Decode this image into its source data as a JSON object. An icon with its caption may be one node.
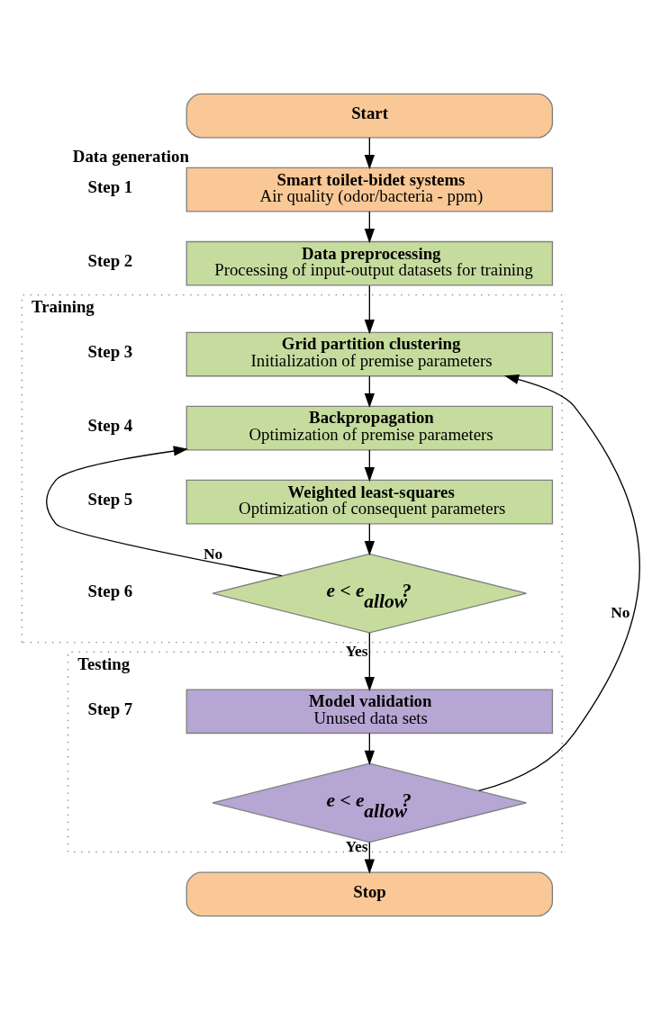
{
  "diagram": {
    "nodes": [
      {
        "text": [
          "Start"
        ]
      },
      {
        "text": [
          "Smart toilet-bidet systems",
          "Air quality (odor/bacteria - ppm)"
        ],
        "beside": [
          "Data generation"
        ]
      },
      {
        "text": [
          "Data preprocessing",
          "Processing of input-output datasets for training"
        ]
      },
      {
        "text": [
          "Training"
        ]
      },
      {
        "text": [
          "Grid partition clustering",
          "Initialization of premise parameters"
        ],
        "in": 3
      },
      {
        "text": [
          "Backpropagation",
          "Optimization of premise parameters"
        ],
        "in": 3
      },
      {
        "text": [
          "Weighted least-squares",
          "Optimization of consequent parameters"
        ],
        "in": 3
      },
      {
        "text": [
          "*e* < *e*$_{allow}$?"
        ],
        "in": 3
      },
      {
        "text": [
          "Testing"
        ]
      },
      {
        "text": [
          "Model validation",
          "Unused data sets"
        ],
        "in": 8
      },
      {
        "text": [
          "*e* < *e*$_{allow}$?"
        ],
        "in": 8
      },
      {
        "text": [
          "Stop"
        ]
      }
    ],
    "edges": [
      {
        "from": 0,
        "to": 1,
        "arrow": "to"
      },
      {
        "from": 1,
        "to": 2,
        "arrow": "to"
      },
      {
        "from": 2,
        "to": 4,
        "arrow": "to"
      },
      {
        "from": 4,
        "to": 5,
        "arrow": "to"
      },
      {
        "from": 5,
        "to": 6,
        "arrow": "to"
      },
      {
        "from": 6,
        "to": 7,
        "arrow": "to"
      },
      {
        "from": 7,
        "to": 5,
        "arrow": "to",
        "label": "No"
      },
      {
        "from": 7,
        "to": 9,
        "arrow": "to",
        "label": "Yes"
      },
      {
        "from": 9,
        "to": 10,
        "arrow": "to"
      },
      {
        "from": 10,
        "to": 4,
        "arrow": "to",
        "label": "No"
      },
      {
        "from": 10,
        "to": 11,
        "arrow": "to",
        "label": "Yes"
      }
    ],
    "labels": [
      "Step 1",
      "Step 2",
      "Step 3",
      "Step 4",
      "Step 5",
      "Step 6",
      "Step 7"
    ]
  }
}
